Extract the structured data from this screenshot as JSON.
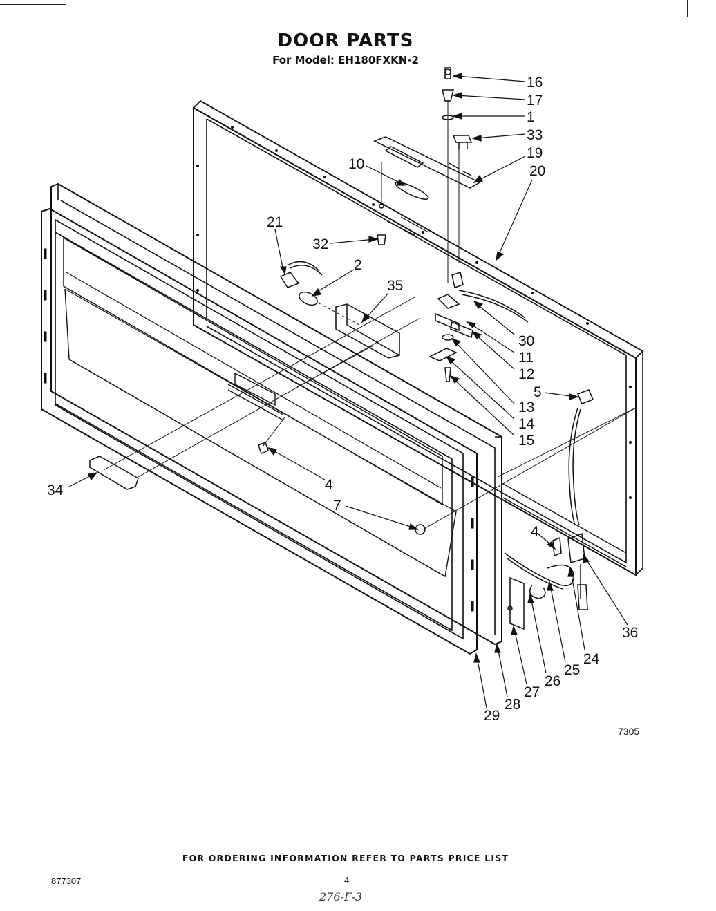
{
  "title": "DOOR PARTS",
  "model_line": "For Model: EH180FXKN-2",
  "figure_number": "7305",
  "footer_note": "FOR ORDERING INFORMATION REFER TO PARTS PRICE LIST",
  "document_number": "877307",
  "page_number": "4",
  "handwritten_note": "276-F-3",
  "callouts": {
    "c16": "16",
    "c17": "17",
    "c1": "1",
    "c33": "33",
    "c19": "19",
    "c20": "20",
    "c10": "10",
    "c21": "21",
    "c32": "32",
    "c2": "2",
    "c35": "35",
    "c30": "30",
    "c11": "11",
    "c12": "12",
    "c13": "13",
    "c14": "14",
    "c15": "15",
    "c5": "5",
    "c34": "34",
    "c4a": "4",
    "c7": "7",
    "c4b": "4",
    "c36": "36",
    "c24": "24",
    "c25": "25",
    "c26": "26",
    "c27": "27",
    "c28": "28",
    "c29": "29"
  }
}
